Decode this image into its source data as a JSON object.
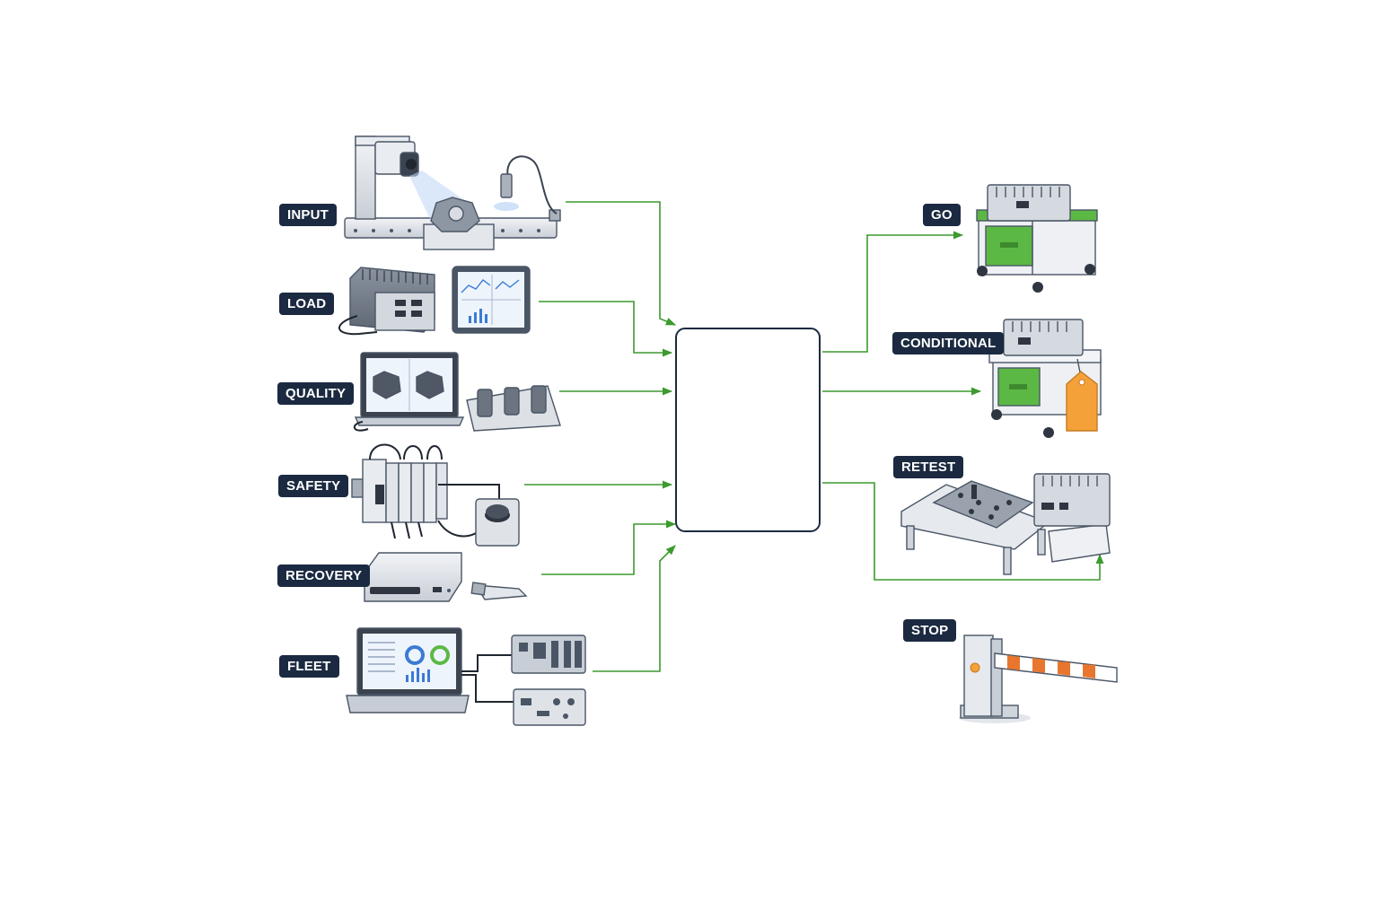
{
  "inputs": [
    {
      "id": "input",
      "label": "INPUT",
      "icon": "vision-inspection-camera-icon"
    },
    {
      "id": "load",
      "label": "LOAD",
      "icon": "edge-computer-monitor-icon"
    },
    {
      "id": "quality",
      "label": "QUALITY",
      "icon": "quality-laptop-parts-tray-icon"
    },
    {
      "id": "safety",
      "label": "SAFETY",
      "icon": "safety-relay-estop-icon"
    },
    {
      "id": "recovery",
      "label": "RECOVERY",
      "icon": "backup-drive-usb-icon"
    },
    {
      "id": "fleet",
      "label": "FLEET",
      "icon": "fleet-laptop-controllers-icon"
    }
  ],
  "decision_box": {
    "label": ""
  },
  "outcomes": [
    {
      "id": "go",
      "label": "GO",
      "icon": "green-cart-device-icon"
    },
    {
      "id": "conditional",
      "label": "CONDITIONAL",
      "icon": "tagged-cart-device-icon"
    },
    {
      "id": "retest",
      "label": "RETEST",
      "icon": "test-bench-fixture-icon"
    },
    {
      "id": "stop",
      "label": "STOP",
      "icon": "barrier-gate-icon"
    }
  ],
  "colors": {
    "tag_bg": "#1b2a41",
    "tag_text": "#ffffff",
    "connector": "#3c9a2e",
    "box_border": "#1b2a41",
    "accent_green": "#5cb844",
    "accent_orange": "#f5a13a",
    "barrier_stripe": "#e8762f"
  }
}
